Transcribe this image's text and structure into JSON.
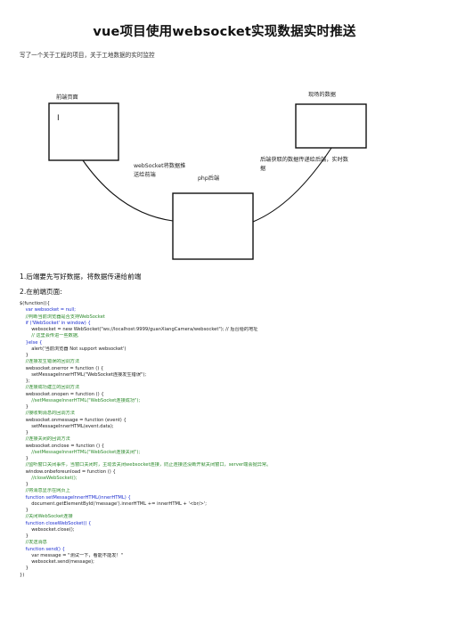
{
  "document": {
    "title": "vue项目使用websocket实现数据实时推送",
    "intro": "写了一个关于工程的项目，关于工地数据的实时监控"
  },
  "diagram": {
    "front_page_label": "前端页面",
    "site_data_label": "现场的数据",
    "php_backend_label": "php后端",
    "websocket_label": "webSocket将数据推送给前端",
    "backend_label": "后端获取的数据传递给后端，实时数据",
    "cursor_glyph": "I"
  },
  "sections": [
    "1.后端要先写好数据，将数据传递给前端",
    "2.在前端页面:"
  ],
  "code_lines": [
    {
      "text": "$(function(){",
      "style": "plain"
    },
    {
      "text": "    var websocket = null;",
      "style": "kw"
    },
    {
      "text": "    //判断当前浏览器是否支持WebSocket",
      "style": "cm"
    },
    {
      "text": "    if ('WebSocket' in window) {",
      "style": "kw"
    },
    {
      "text": "        websocket = new WebSocket(\"ws://localhost:9999/guanXiangCamera/websocket\"); // 后台给的地址",
      "style": "plain"
    },
    {
      "text": "        // 这里会传进一些数据,",
      "style": "cm"
    },
    {
      "text": "    }else {",
      "style": "kw"
    },
    {
      "text": "        alert('当前浏览器 Not support websocket')",
      "style": "plain"
    },
    {
      "text": "    }",
      "style": "plain"
    },
    {
      "text": "    //连接发生错误的回调方法",
      "style": "cm"
    },
    {
      "text": "    websocket.onerror = function () {",
      "style": "plain"
    },
    {
      "text": "        setMessageInnerHTML(\"WebSocket连接发生错误\");",
      "style": "plain"
    },
    {
      "text": "    };",
      "style": "plain"
    },
    {
      "text": "    //连接成功建立的回调方法",
      "style": "cm"
    },
    {
      "text": "    websocket.onopen = function () {",
      "style": "plain"
    },
    {
      "text": "        //setMessageInnerHTML(\"WebSocket连接成功\");",
      "style": "cm"
    },
    {
      "text": "    }",
      "style": "plain"
    },
    {
      "text": "    //接收到消息的回调方法",
      "style": "cm"
    },
    {
      "text": "    websocket.onmessage = function (event) {",
      "style": "plain"
    },
    {
      "text": "        setMessageInnerHTML(event.data);",
      "style": "plain"
    },
    {
      "text": "    }",
      "style": "plain"
    },
    {
      "text": "    //连接关闭的回调方法",
      "style": "cm"
    },
    {
      "text": "    websocket.onclose = function () {",
      "style": "plain"
    },
    {
      "text": "        //setMessageInnerHTML(\"WebSocket连接关闭\");",
      "style": "cm"
    },
    {
      "text": "    }",
      "style": "plain"
    },
    {
      "text": "    //监听窗口关闭事件，当窗口关闭时，主动去关闭websocket连接，防止连接还没断开就关闭窗口，server端会抛异常。",
      "style": "cm"
    },
    {
      "text": "    window.onbeforeunload = function () {",
      "style": "plain"
    },
    {
      "text": "        //closeWebSocket();",
      "style": "cm"
    },
    {
      "text": "    }",
      "style": "plain"
    },
    {
      "text": "    //将消息显示在网页上",
      "style": "cm"
    },
    {
      "text": "    function setMessageInnerHTML(innerHTML) {",
      "style": "kw"
    },
    {
      "text": "        document.getElementById('message').innerHTML += innerHTML + '<br/>';",
      "style": "plain"
    },
    {
      "text": "    }",
      "style": "plain"
    },
    {
      "text": "    //关闭WebSocket连接",
      "style": "cm"
    },
    {
      "text": "    function closeWebSocket() {",
      "style": "kw"
    },
    {
      "text": "        websocket.close();",
      "style": "plain"
    },
    {
      "text": "    }",
      "style": "plain"
    },
    {
      "text": "    //发送消息",
      "style": "cm"
    },
    {
      "text": "    function send() {",
      "style": "kw"
    },
    {
      "text": "        var message = \"测试一下，看能不能发！\"",
      "style": "plain"
    },
    {
      "text": "        websocket.send(message);",
      "style": "plain"
    },
    {
      "text": "    }",
      "style": "plain"
    },
    {
      "text": "})",
      "style": "plain"
    }
  ]
}
